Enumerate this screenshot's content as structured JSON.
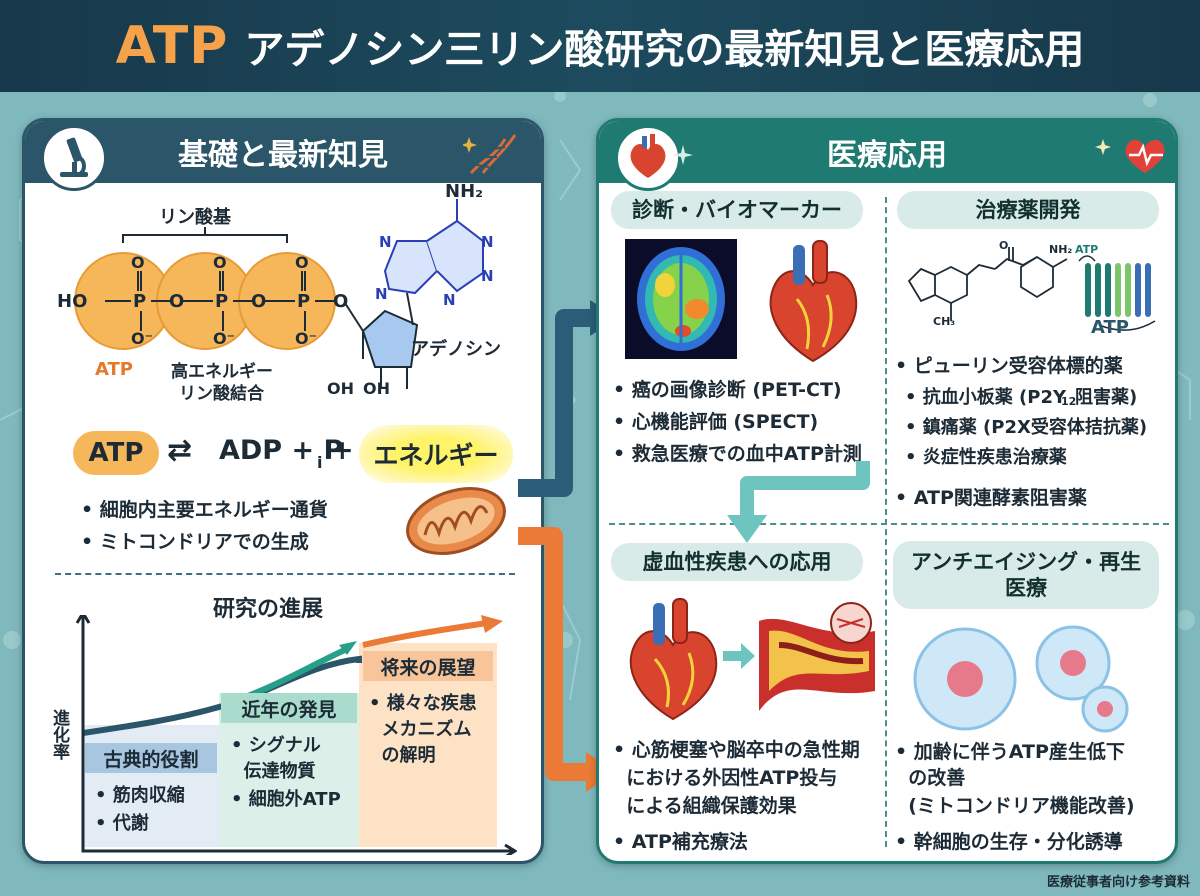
{
  "header": {
    "atp": "ATP",
    "title": "アデノシン三リン酸研究の最新知見と医療応用"
  },
  "left": {
    "title": "基礎と最新知見",
    "structure": {
      "phosphate_group": "リン酸基",
      "ho": "HO",
      "p": "P",
      "o": "O",
      "o_minus": "O⁻",
      "nh2": "NH₂",
      "n": "N",
      "oh": "OH",
      "atp": "ATP",
      "high_energy_1": "高エネルギー",
      "high_energy_2": "リン酸結合",
      "adenosine": "アデノシン"
    },
    "equation": {
      "atp": "ATP",
      "arrows": "⇄",
      "adp": "ADP + P",
      "pi_sub": "i",
      "plus": "+",
      "energy": "エネルギー"
    },
    "bullets": [
      "• 細胞内主要エネルギー通貨",
      "• ミトコンドリアでの生成"
    ],
    "progress": {
      "title": "研究の進展",
      "ylabel": "進化率",
      "stages": [
        {
          "label": "古典的役割",
          "items": [
            "• 筋肉収縮",
            "• 代謝"
          ]
        },
        {
          "label": "近年の発見",
          "items": [
            "• シグナル",
            "  伝達物質",
            "• 細胞外ATP"
          ]
        },
        {
          "label": "将来の展望",
          "items": [
            "• 様々な疾患",
            "  メカニズム",
            "  の解明"
          ]
        }
      ]
    }
  },
  "right": {
    "title": "医療応用",
    "diagnosis": {
      "title": "診断・バイオマーカー",
      "items": [
        "• 癌の画像診断 (PET-CT)",
        "• 心機能評価 (SPECT)",
        "• 救急医療での血中ATP計測"
      ]
    },
    "drug": {
      "title": "治療薬開発",
      "mol_labels": {
        "nh2": "NH₂",
        "ch3": "CH₃",
        "o": "O",
        "atp": "ATP"
      },
      "head": "• ピューリン受容体標的薬",
      "items": [
        "• 抗血小板薬 (P2Y",
        "• 鎮痛薬 (P2X受容体拮抗薬)",
        "• 炎症性疾患治療薬"
      ],
      "p2y_sub": "12",
      "p2y_tail": "阻害薬)",
      "tail": "• ATP関連酵素阻害薬"
    },
    "ischemia": {
      "title": "虚血性疾患への応用",
      "items": [
        "• 心筋梗塞や脳卒中の急性期",
        "  における外因性ATP投与",
        "  による組織保護効果",
        "• ATP補充療法"
      ]
    },
    "antiaging": {
      "title": "アンチエイジング・再生医療",
      "title_line1": "アンチエイジング・再生",
      "title_line2": "医療",
      "items": [
        "• 加齢に伴うATP産生低下",
        "  の改善",
        "  (ミトコンドリア機能改善)",
        "• 幹細胞の生存・分化誘導"
      ]
    }
  },
  "footer": "医療従事者向け参考資料",
  "colors": {
    "navy": "#17384a",
    "teal": "#1f7b72",
    "orange": "#f5a24a",
    "blue_arrow": "#2c5d78",
    "orange_arrow": "#ea7a35"
  }
}
